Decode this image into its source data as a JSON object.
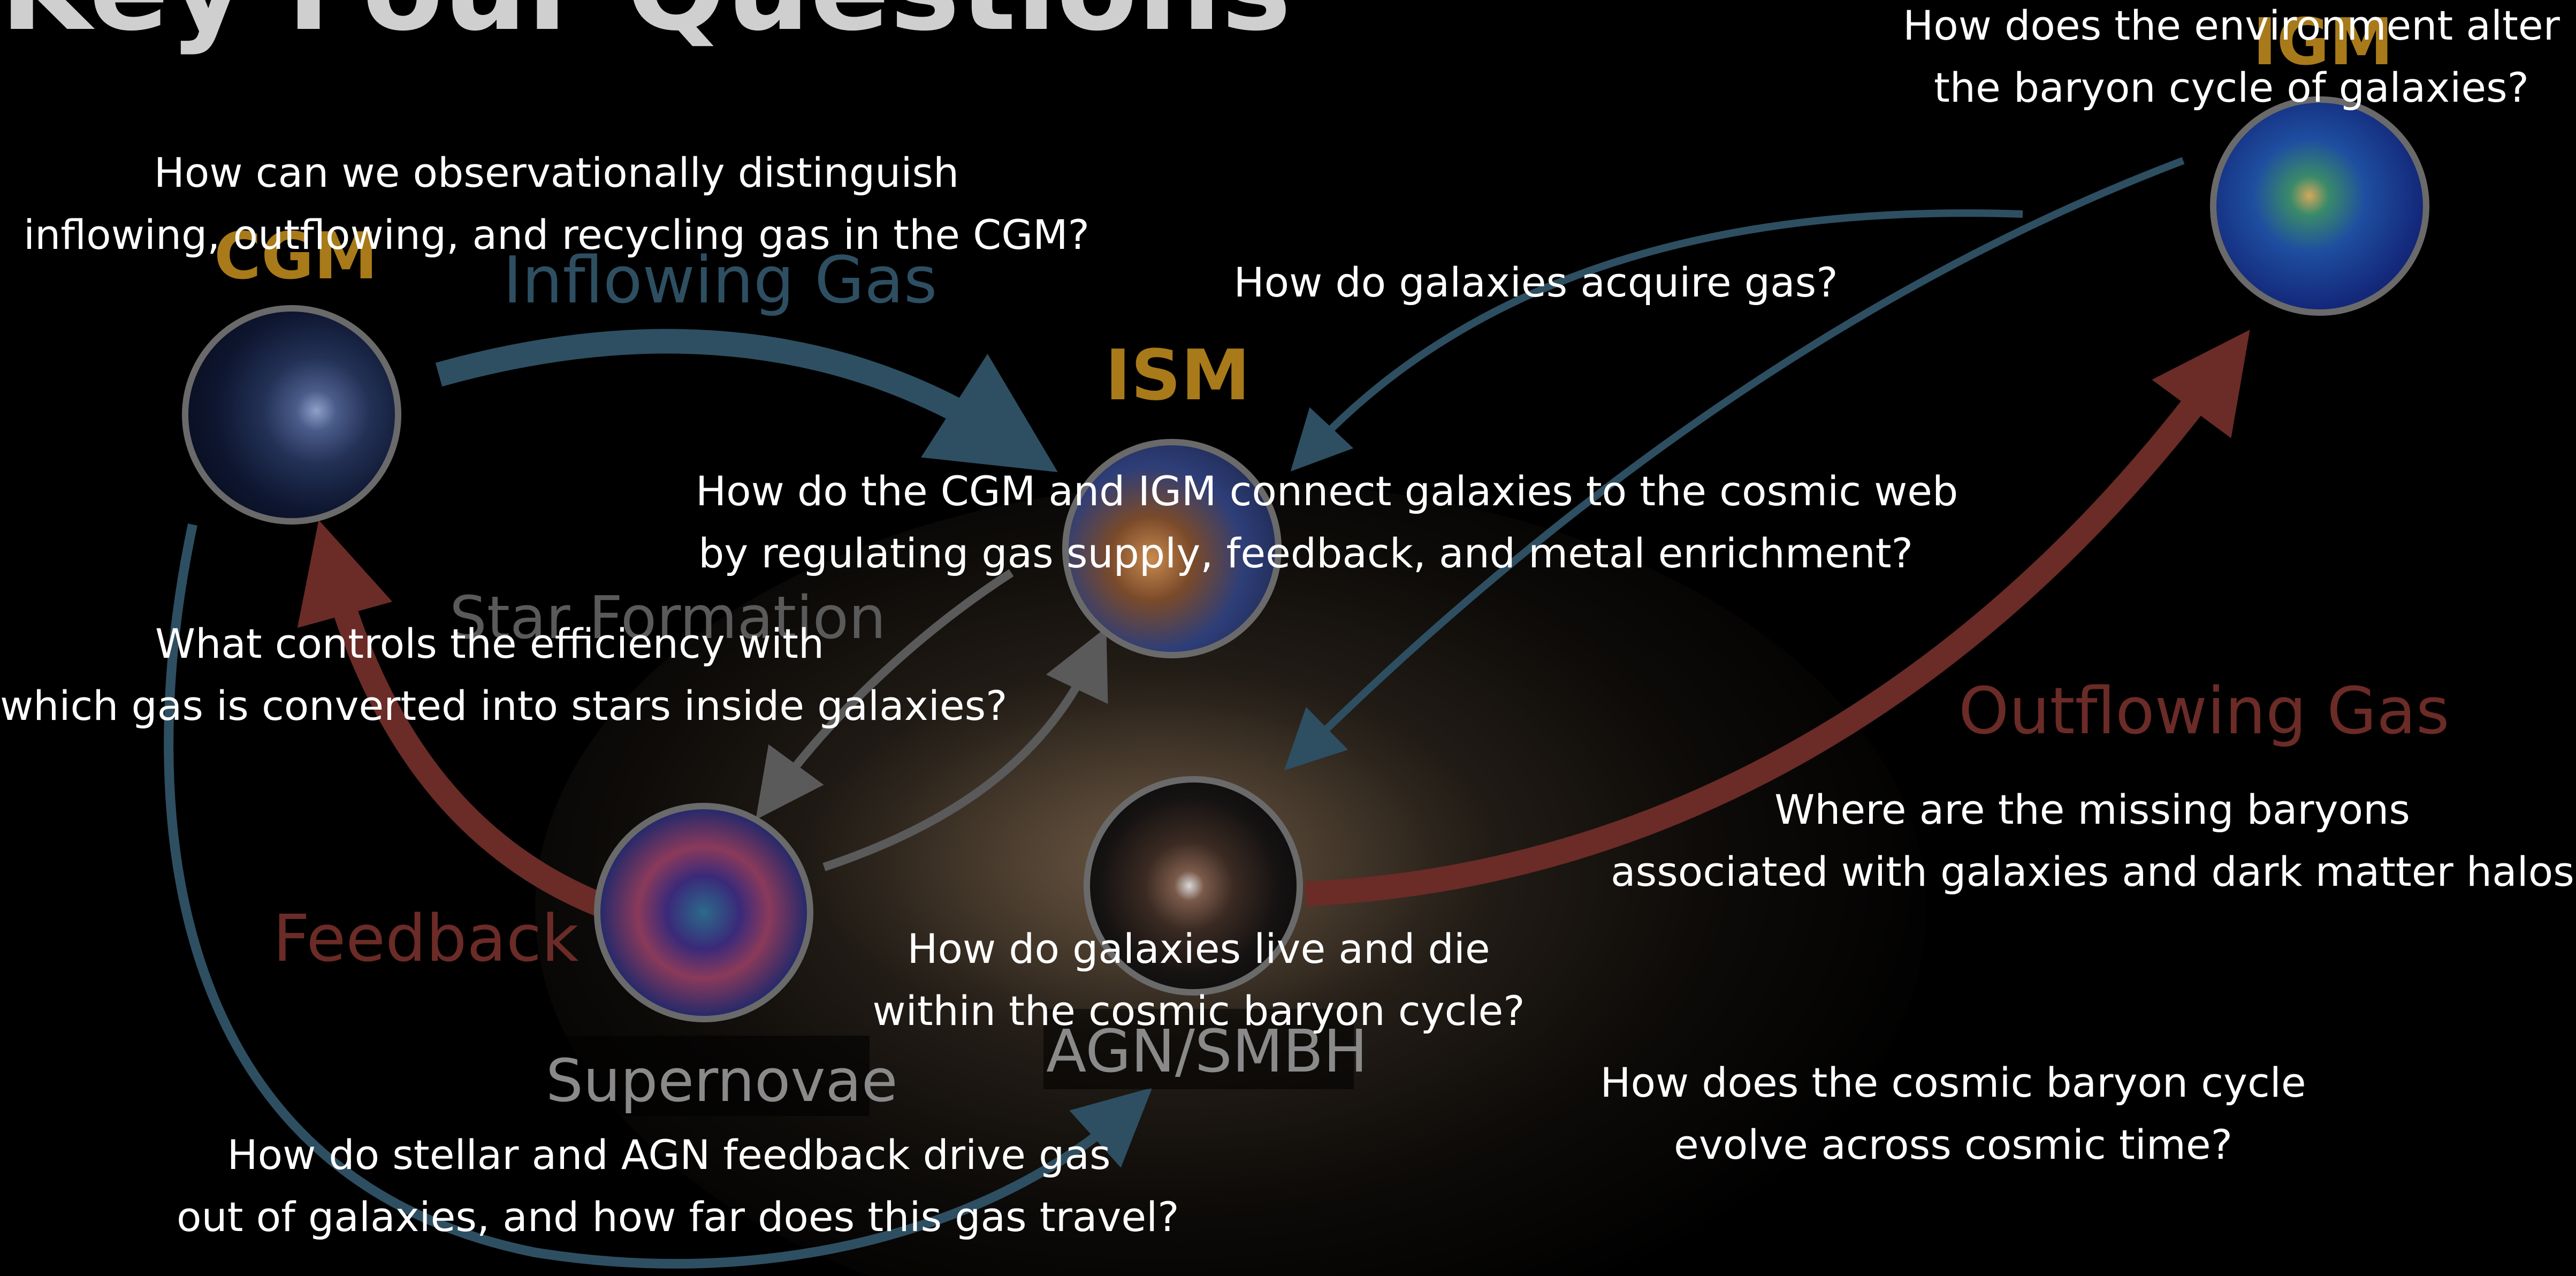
{
  "title": "Key Four Questions",
  "colors": {
    "inflow": "#2e4f62",
    "outflow": "#6b2b27",
    "star_formation": "#5a5a5a",
    "node_label": "#a87a1a",
    "question_text": "#ffffff"
  },
  "nodes": {
    "cgm": {
      "label": "CGM"
    },
    "ism": {
      "label": "ISM"
    },
    "igm": {
      "label": "IGM"
    },
    "supernovae": {
      "label": "Supernovae"
    },
    "agn": {
      "label": "AGN/SMBH"
    }
  },
  "flows": {
    "inflowing_gas": "Inflowing Gas",
    "star_formation": "Star Formation",
    "feedback": "Feedback",
    "outflowing_gas": "Outflowing Gas"
  },
  "questions": {
    "environment": [
      "How does the environment alter",
      "the baryon cycle of galaxies?"
    ],
    "distinguish": [
      "How can we observationally distinguish",
      "inflowing, outflowing, and recycling gas in the CGM?"
    ],
    "acquire": [
      "How do galaxies acquire gas?"
    ],
    "connect": [
      "How do the CGM and IGM connect galaxies to the cosmic web",
      "by regulating gas supply, feedback, and metal enrichment?"
    ],
    "efficiency": [
      "What controls the efficiency with",
      "which gas is converted into stars inside galaxies?"
    ],
    "missing": [
      "Where are the missing baryons",
      "associated with galaxies and dark matter halos?"
    ],
    "live_die": [
      "How do galaxies live and die",
      "within the cosmic baryon cycle?"
    ],
    "evolve": [
      "How does the cosmic baryon cycle",
      "evolve across cosmic time?"
    ],
    "feedback_drive": [
      "How do stellar and AGN feedback drive gas",
      "out of galaxies, and how far does this gas travel?"
    ]
  }
}
